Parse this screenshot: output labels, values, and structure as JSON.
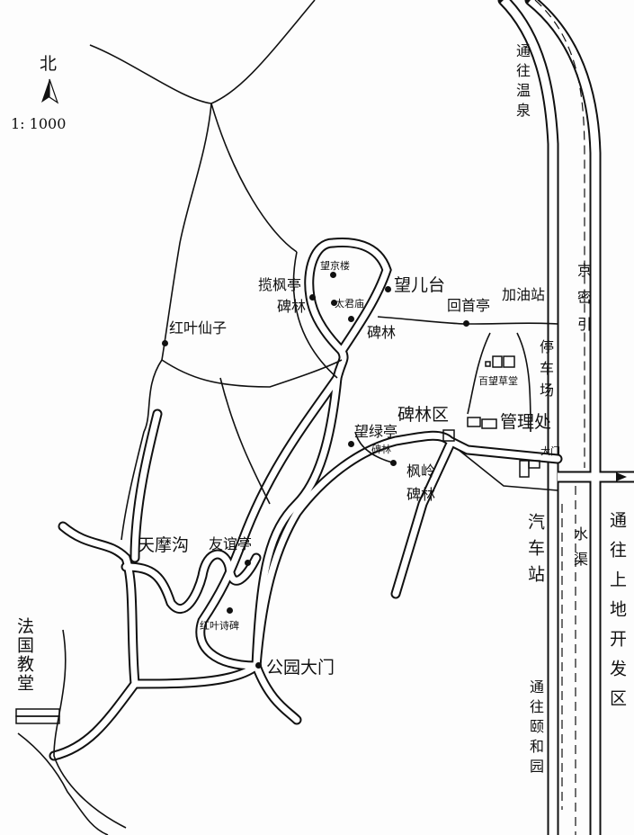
{
  "compass": {
    "north_label": "北",
    "scale": "1: 1000"
  },
  "places": {
    "to_hot_spring": "通往温泉",
    "jingmi_canal": "京密引",
    "lanfeng_pavilion": "揽枫亭",
    "wangjing_tower": "望京楼",
    "stele_forest_1": "碑林",
    "taijun_temple": "太君庙",
    "wanger_terrace": "望儿台",
    "huishou_pavilion": "回首亭",
    "gas_station": "加油站",
    "stele_forest_2": "碑林",
    "red_leaf_fairy": "红叶仙子",
    "parking": "停车场",
    "baiwang_cottage": "百望草堂",
    "stele_forest_area": "碑林区",
    "wanglv_pavilion": "望绿亭",
    "management_office": "管理处",
    "stele_forest_3": "碑林",
    "main_gate_small": "大门",
    "fengling": "枫岭",
    "stele_forest_4": "碑林",
    "bus_station": "汽车站",
    "canal": "水渠",
    "to_shangdi": "通往上地开发区",
    "tianmo_gully": "天摩沟",
    "friendship_pavilion": "友谊亭",
    "red_leaf_poem_stele": "红叶诗碑",
    "park_gate": "公园大门",
    "french_church": "法国教堂",
    "to_summer_palace": "通往颐和园"
  }
}
